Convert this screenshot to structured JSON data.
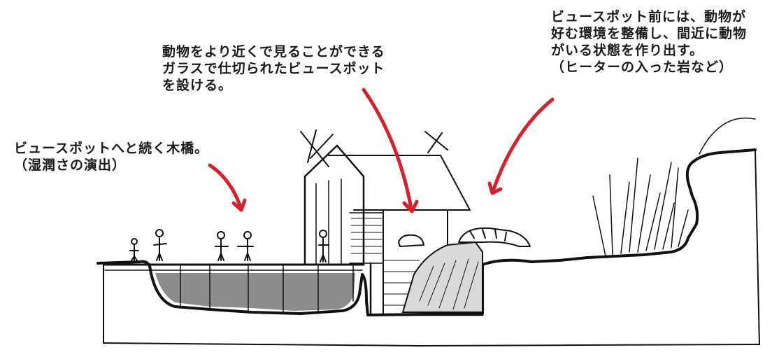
{
  "annotations": {
    "bridge": {
      "lines": [
        "ビュースポットへと続く木橋。",
        "（湿潤さの演出）"
      ]
    },
    "glass_viewspot": {
      "lines": [
        "動物をより近くで見ることができる",
        "ガラスで仕切られたビュースポット",
        "を設ける。"
      ]
    },
    "heated_rock": {
      "lines": [
        "ビュースポット前には、動物が",
        "好む環境を整備し、間近に動物",
        "がいる状態を作り出す。",
        "（ヒーターの入った岩など）"
      ]
    }
  },
  "colors": {
    "ink": "#111111",
    "arrow": "#d6202b",
    "water": "#8c8c8c",
    "rock": "#d9d9d9"
  },
  "icons": [
    "bridge-arrow",
    "glass-arrow",
    "rock-arrow"
  ]
}
